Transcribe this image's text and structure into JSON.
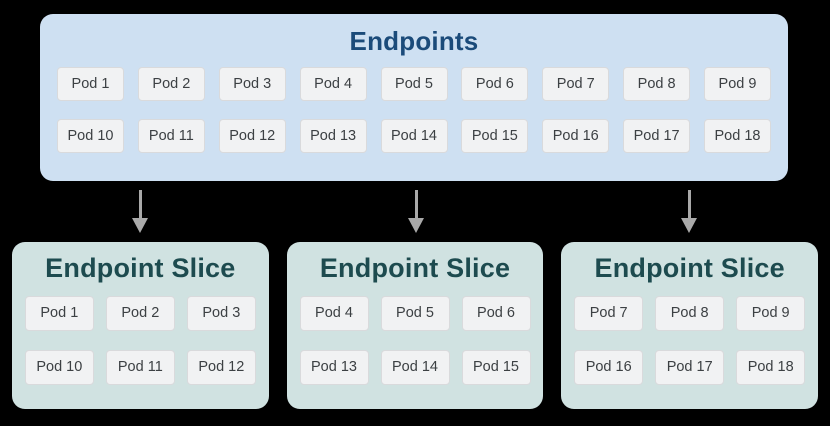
{
  "endpoints": {
    "title": "Endpoints",
    "rows": [
      [
        "Pod 1",
        "Pod 2",
        "Pod 3",
        "Pod 4",
        "Pod 5",
        "Pod 6",
        "Pod 7",
        "Pod 8",
        "Pod 9"
      ],
      [
        "Pod 10",
        "Pod 11",
        "Pod 12",
        "Pod 13",
        "Pod 14",
        "Pod 15",
        "Pod 16",
        "Pod 17",
        "Pod 18"
      ]
    ]
  },
  "arrows": {
    "icon": "down-arrow-icon",
    "count": 3,
    "color": "#a9a9a9"
  },
  "slices": [
    {
      "title": "Endpoint Slice",
      "rows": [
        [
          "Pod 1",
          "Pod 2",
          "Pod 3"
        ],
        [
          "Pod 10",
          "Pod 11",
          "Pod 12"
        ]
      ]
    },
    {
      "title": "Endpoint Slice",
      "rows": [
        [
          "Pod 4",
          "Pod 5",
          "Pod 6"
        ],
        [
          "Pod 13",
          "Pod 14",
          "Pod 15"
        ]
      ]
    },
    {
      "title": "Endpoint Slice",
      "rows": [
        [
          "Pod 7",
          "Pod 8",
          "Pod 9"
        ],
        [
          "Pod 16",
          "Pod 17",
          "Pod 18"
        ]
      ]
    }
  ],
  "colors": {
    "page_background": "#000000",
    "endpoints_box_background": "#cee0f2",
    "endpoints_title_text": "#1b4b7a",
    "slice_box_background": "#d0e2e1",
    "slice_title_text": "#1d4b4f",
    "pod_background": "#f1f2f3",
    "pod_border": "#d9dadc",
    "pod_text": "#3c4043",
    "arrow": "#a9a9a9"
  }
}
